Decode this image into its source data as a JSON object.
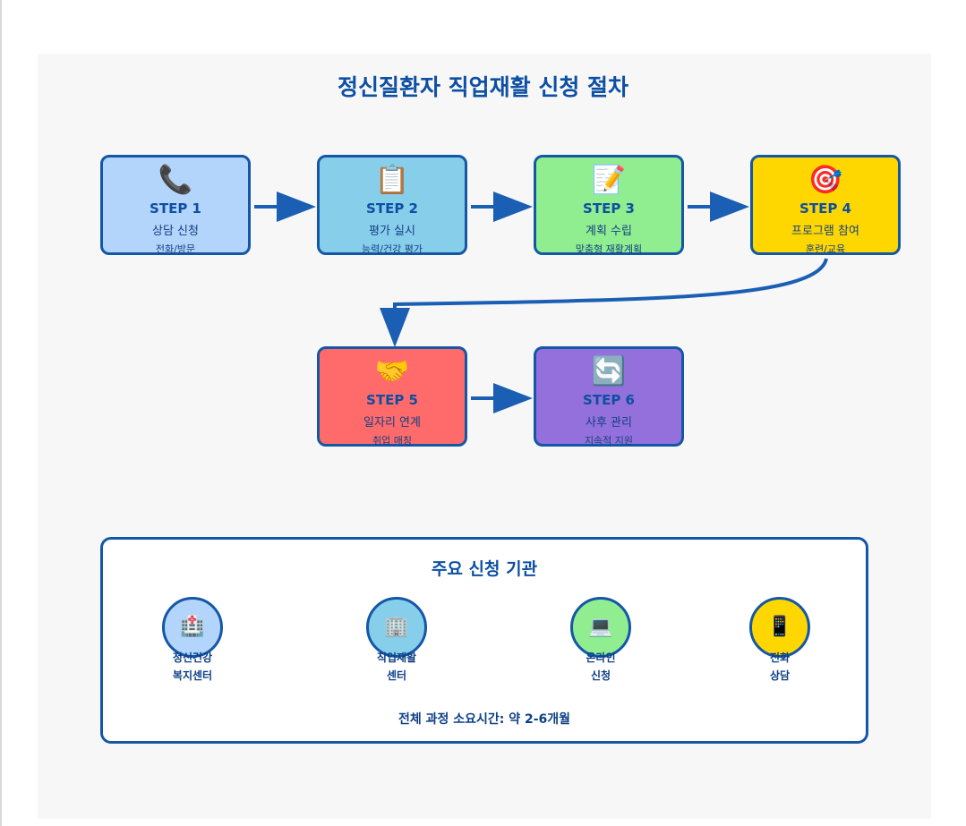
{
  "title": "정신질환자 직업재활 신청 절차",
  "steps": [
    {
      "icon": "📞",
      "icon_name": "phone-icon",
      "num": "STEP 1",
      "name": "상담 신청",
      "sub": "전화/방문",
      "color": "#b3d4fb"
    },
    {
      "icon": "📋",
      "icon_name": "clipboard-icon",
      "num": "STEP 2",
      "name": "평가 실시",
      "sub": "능력/건강 평가",
      "color": "#87ceeb"
    },
    {
      "icon": "📝",
      "icon_name": "memo-icon",
      "num": "STEP 3",
      "name": "계획 수립",
      "sub": "맞춤형 재활계획",
      "color": "#90ee90"
    },
    {
      "icon": "🎯",
      "icon_name": "target-icon",
      "num": "STEP 4",
      "name": "프로그램 참여",
      "sub": "훈련/교육",
      "color": "#ffd700"
    },
    {
      "icon": "🤝",
      "icon_name": "handshake-icon",
      "num": "STEP 5",
      "name": "일자리 연계",
      "sub": "취업 매칭",
      "color": "#ff6b6b"
    },
    {
      "icon": "🔄",
      "icon_name": "cycle-icon",
      "num": "STEP 6",
      "name": "사후 관리",
      "sub": "지속적 지원",
      "color": "#9370db"
    }
  ],
  "agencies": {
    "title": "주요 신청 기관",
    "items": [
      {
        "icon": "🏥",
        "icon_name": "hospital-icon",
        "line1": "정신건강",
        "line2": "복지센터",
        "color": "#b3d4fb"
      },
      {
        "icon": "🏢",
        "icon_name": "office-building-icon",
        "line1": "직업재활",
        "line2": "센터",
        "color": "#87ceeb"
      },
      {
        "icon": "💻",
        "icon_name": "laptop-icon",
        "line1": "온라인",
        "line2": "신청",
        "color": "#90ee90"
      },
      {
        "icon": "📱",
        "icon_name": "mobile-phone-icon",
        "line1": "전화",
        "line2": "상담",
        "color": "#ffd700"
      }
    ],
    "duration": "전체 과정 소요시간: 약 2-6개월"
  },
  "colors": {
    "border": "#1457a6",
    "arrow": "#1a5fb4",
    "title": "#0d4fa3"
  }
}
